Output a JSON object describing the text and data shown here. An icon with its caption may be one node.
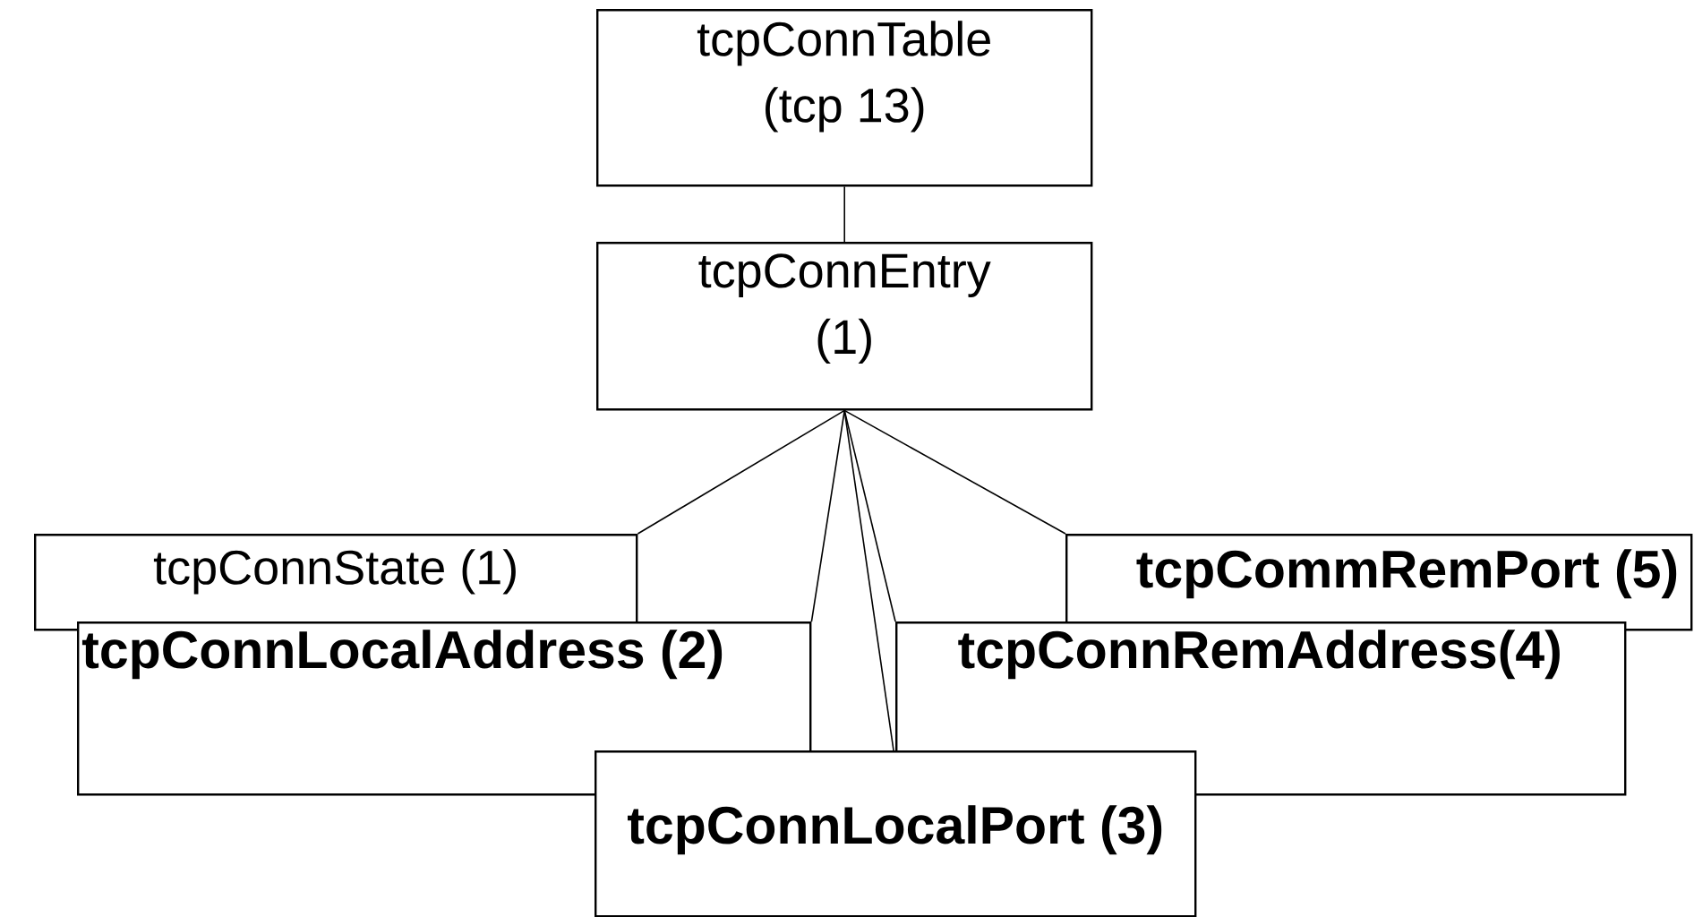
{
  "diagram": {
    "nodes": [
      {
        "text": [
          "tcpConnTable (tcp 13)"
        ]
      },
      {
        "text": [
          "tcpConnEntry (1)"
        ]
      },
      {
        "text": [
          "tcpConnState (1)"
        ]
      },
      {
        "text": [
          "tcpConnLocalAddress (2)"
        ]
      },
      {
        "text": [
          "tcpConnLocalPort (3)"
        ]
      },
      {
        "text": [
          "tcpConnRemAddress(4)"
        ]
      },
      {
        "text": [
          "tcpCommRemPort (5)"
        ]
      }
    ],
    "edges": [
      {
        "from": 0,
        "to": 1,
        "arrow": "none"
      },
      {
        "from": 1,
        "to": 2,
        "arrow": "none"
      },
      {
        "from": 1,
        "to": 3,
        "arrow": "none"
      },
      {
        "from": 1,
        "to": 4,
        "arrow": "none"
      },
      {
        "from": 1,
        "to": 5,
        "arrow": "none"
      },
      {
        "from": 1,
        "to": 6,
        "arrow": "none"
      }
    ]
  }
}
